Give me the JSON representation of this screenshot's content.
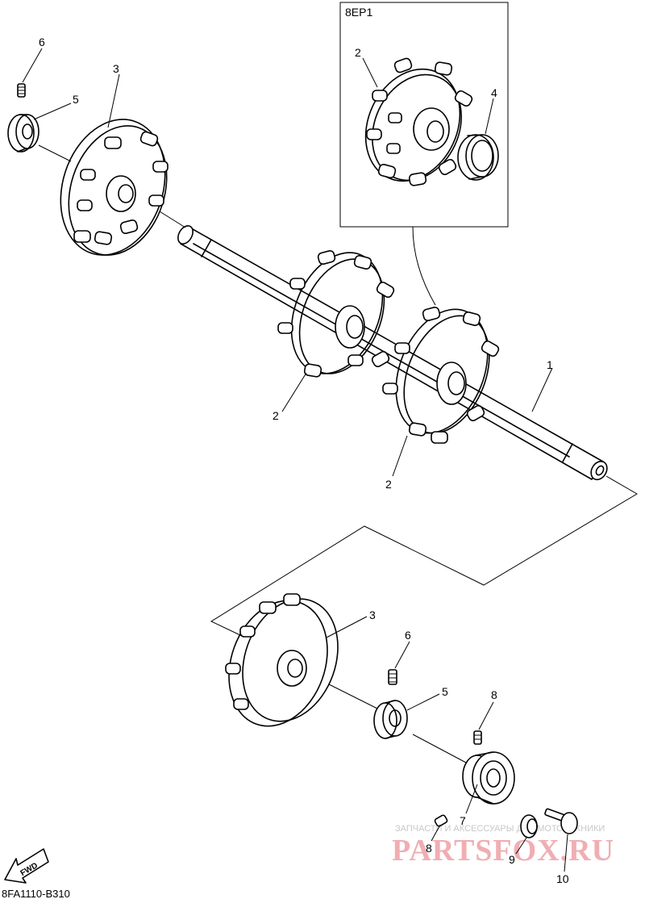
{
  "inset_label": "8EP1",
  "callouts": {
    "shaft": "1",
    "sprocket_inset": "2",
    "sprocket_a": "2",
    "sprocket_b": "2",
    "wheel_upper": "3",
    "wheel_lower": "3",
    "collar_inset": "4",
    "collar_upper": "5",
    "collar_lower": "5",
    "spring_upper": "6",
    "spring_lower": "6",
    "bearing": "7",
    "plug_upper": "8",
    "plug_lower": "8",
    "nut": "9",
    "bolt": "10"
  },
  "fwd_label": "FWD",
  "drawing_code": "8FA1110-B310",
  "watermark": {
    "tagline": "ЗАПЧАСТИ И АКСЕССУАРЫ ДЛЯ МОТОТЕХНИКИ",
    "brand": "PARTSFOX.RU"
  }
}
